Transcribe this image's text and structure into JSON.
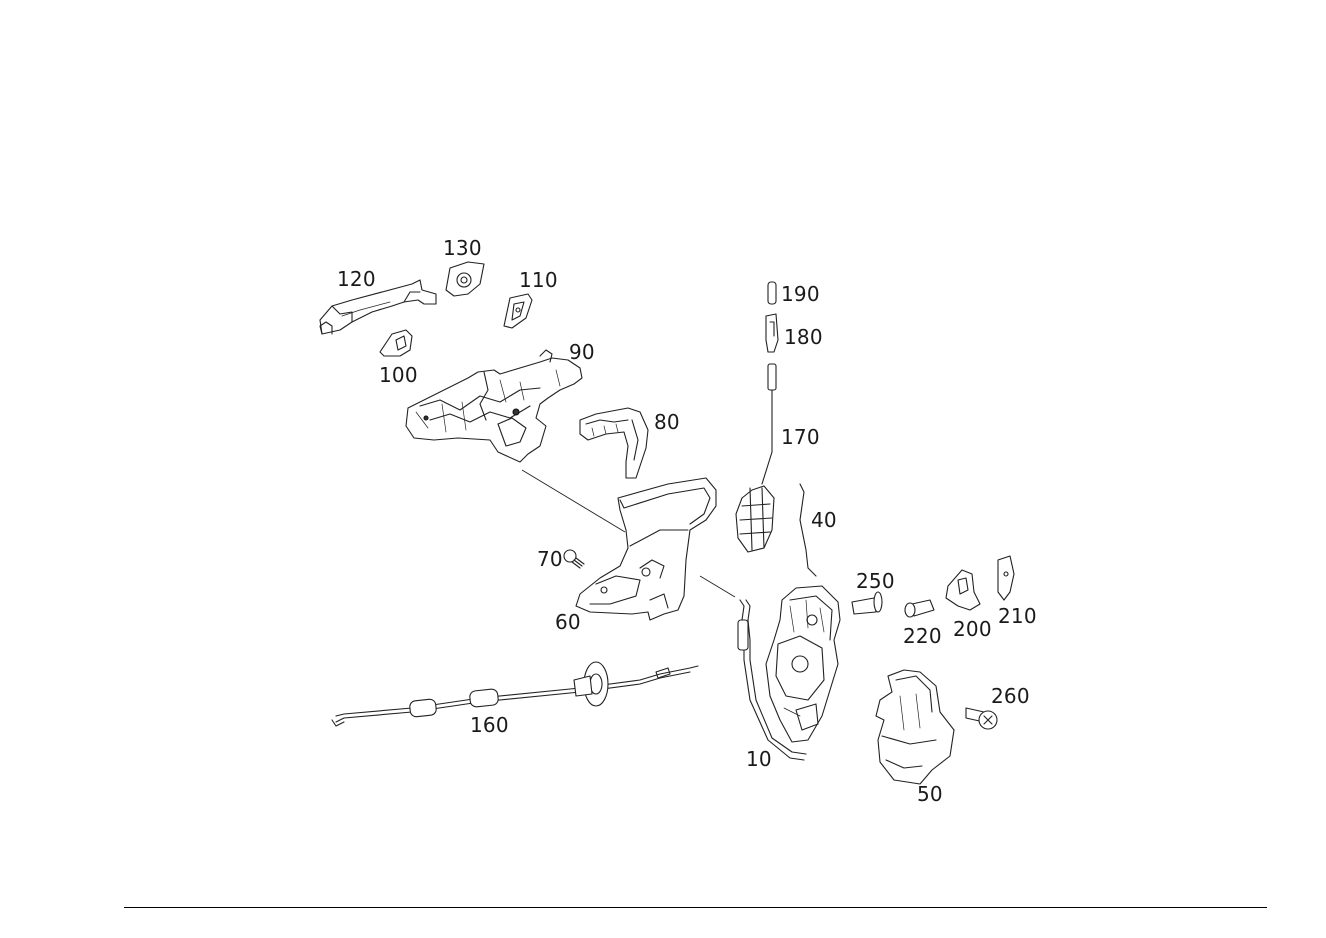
{
  "diagram": {
    "part_numbers": {
      "p10": "10",
      "p40": "40",
      "p50": "50",
      "p60": "60",
      "p70": "70",
      "p80": "80",
      "p90": "90",
      "p100": "100",
      "p110": "110",
      "p120": "120",
      "p130": "130",
      "p160": "160",
      "p170": "170",
      "p180": "180",
      "p190": "190",
      "p200": "200",
      "p210": "210",
      "p220": "220",
      "p250": "250",
      "p260": "260"
    }
  }
}
